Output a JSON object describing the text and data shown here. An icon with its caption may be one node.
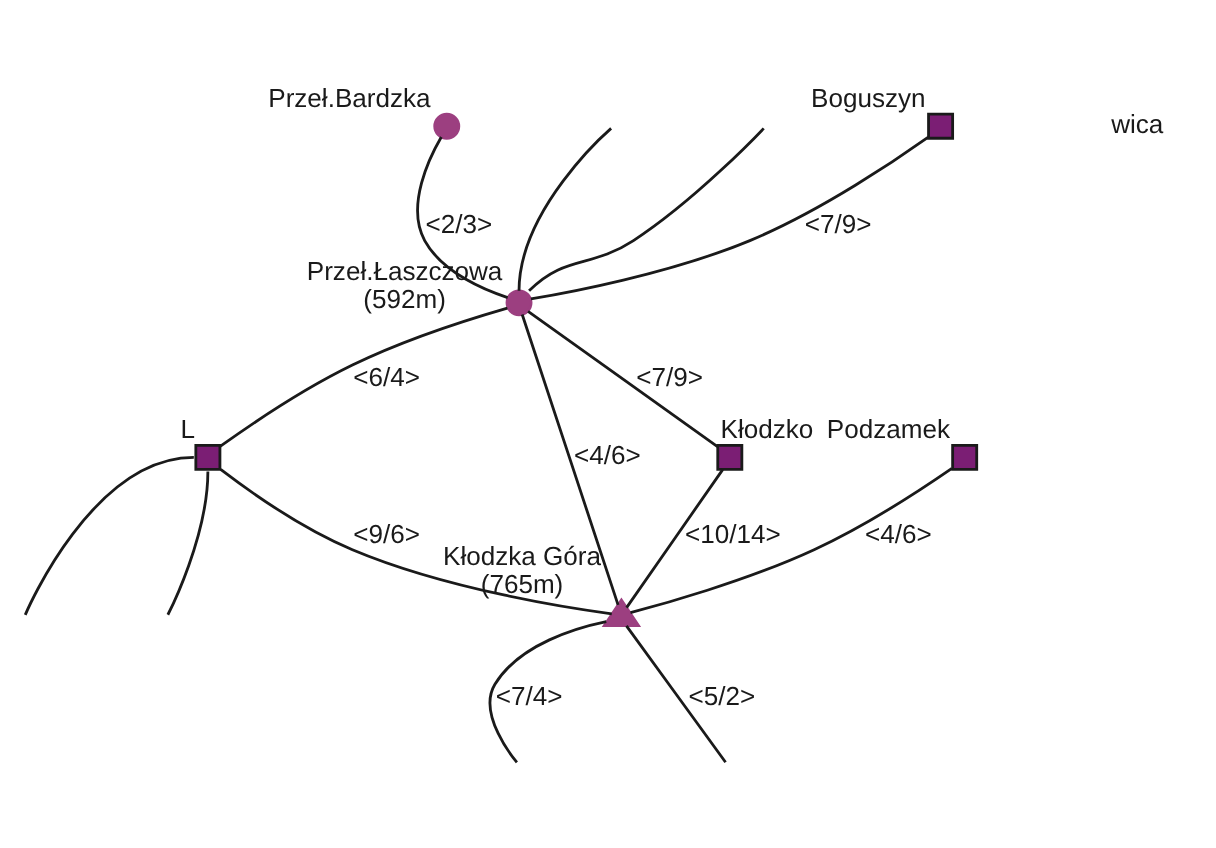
{
  "diagram": {
    "nodes": [
      {
        "text": [
          "Przeł.Bardzka"
        ]
      },
      {
        "text": [
          "Przeł.Łaszczowa",
          "(592m)"
        ]
      },
      {
        "text": [
          "L"
        ]
      },
      {
        "text": [
          "Boguszyn"
        ]
      },
      {
        "text": [
          "Kłodzka Góra",
          "(765m)"
        ]
      },
      {
        "text": [
          "Podzamek"
        ]
      },
      {
        "text": [
          "Kłodzko"
        ]
      }
    ],
    "edges": [
      {
        "from": 1,
        "to": null,
        "arrow": "none"
      },
      {
        "from": 1,
        "to": null,
        "arrow": "none"
      },
      {
        "from": 2,
        "to": null,
        "arrow": "none"
      },
      {
        "from": 0,
        "to": 1,
        "arrow": "none",
        "label": "<2/3>"
      },
      {
        "from": 1,
        "to": 2,
        "arrow": "none",
        "label": "<6/4>"
      },
      {
        "from": 2,
        "to": null,
        "arrow": "none"
      },
      {
        "from": 3,
        "to": 1,
        "arrow": "none",
        "label": "<7/9>"
      },
      {
        "from": 1,
        "to": 4,
        "arrow": "none",
        "label": "<4/6>"
      },
      {
        "from": 2,
        "to": 4,
        "arrow": "none",
        "label": "<9/6>"
      },
      {
        "from": 4,
        "to": null,
        "arrow": "none",
        "label": "<7/4>"
      },
      {
        "from": 1,
        "to": 6,
        "arrow": "none",
        "label": "<7/9>"
      },
      {
        "from": 6,
        "to": 4,
        "arrow": "none",
        "label": "<10/14>"
      },
      {
        "from": 5,
        "to": 4,
        "arrow": "none",
        "label": "<4/6>"
      },
      {
        "from": 4,
        "to": null,
        "arrow": "none",
        "label": "<5/2>"
      }
    ],
    "labels": [
      "wica"
    ]
  }
}
